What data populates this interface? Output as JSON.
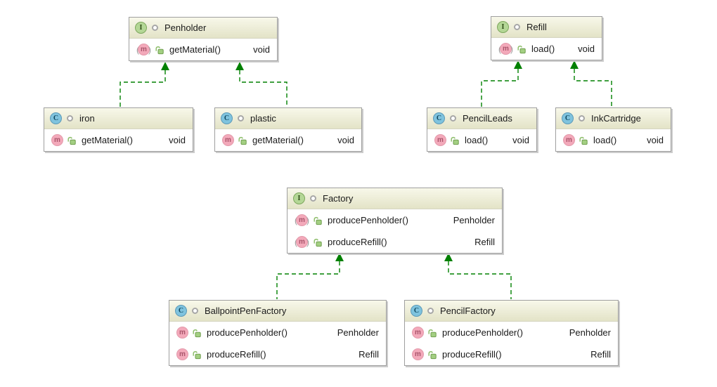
{
  "badges": {
    "interface": "I",
    "class": "C",
    "method": "m",
    "paren_open": "(",
    "paren_close": ")"
  },
  "colors": {
    "arrow_green": "#008000",
    "header_gradient_top": "#f8f8ea",
    "header_gradient_bottom": "#e3e3c7",
    "node_border": "#9f9f9f",
    "node_shadow": "#cccccc",
    "interface_icon_bg": "#b4d796",
    "class_icon_bg": "#7fc3de",
    "method_icon_bg": "#f3a9ba",
    "lock_icon_green": "#a3cf82"
  },
  "nodes": {
    "penholder": {
      "kind": "interface",
      "title": "Penholder",
      "methods": [
        {
          "name": "getMaterial()",
          "returns": "void"
        }
      ]
    },
    "iron": {
      "kind": "class",
      "title": "iron",
      "methods": [
        {
          "name": "getMaterial()",
          "returns": "void"
        }
      ]
    },
    "plastic": {
      "kind": "class",
      "title": "plastic",
      "methods": [
        {
          "name": "getMaterial()",
          "returns": "void"
        }
      ]
    },
    "refill": {
      "kind": "interface",
      "title": "Refill",
      "methods": [
        {
          "name": "load()",
          "returns": "void"
        }
      ]
    },
    "pencil_leads": {
      "kind": "class",
      "title": "PencilLeads",
      "methods": [
        {
          "name": "load()",
          "returns": "void"
        }
      ]
    },
    "ink_cartridge": {
      "kind": "class",
      "title": "InkCartridge",
      "methods": [
        {
          "name": "load()",
          "returns": "void"
        }
      ]
    },
    "factory": {
      "kind": "interface",
      "title": "Factory",
      "methods": [
        {
          "name": "producePenholder()",
          "returns": "Penholder"
        },
        {
          "name": "produceRefill()",
          "returns": "Refill"
        }
      ]
    },
    "ballpoint_pen_factory": {
      "kind": "class",
      "title": "BallpointPenFactory",
      "methods": [
        {
          "name": "producePenholder()",
          "returns": "Penholder"
        },
        {
          "name": "produceRefill()",
          "returns": "Refill"
        }
      ]
    },
    "pencil_factory": {
      "kind": "class",
      "title": "PencilFactory",
      "methods": [
        {
          "name": "producePenholder()",
          "returns": "Penholder"
        },
        {
          "name": "produceRefill()",
          "returns": "Refill"
        }
      ]
    }
  },
  "edges": [
    {
      "from": "iron",
      "to": "Penholder",
      "type": "implements"
    },
    {
      "from": "plastic",
      "to": "Penholder",
      "type": "implements"
    },
    {
      "from": "PencilLeads",
      "to": "Refill",
      "type": "implements"
    },
    {
      "from": "InkCartridge",
      "to": "Refill",
      "type": "implements"
    },
    {
      "from": "BallpointPenFactory",
      "to": "Factory",
      "type": "implements"
    },
    {
      "from": "PencilFactory",
      "to": "Factory",
      "type": "implements"
    }
  ]
}
